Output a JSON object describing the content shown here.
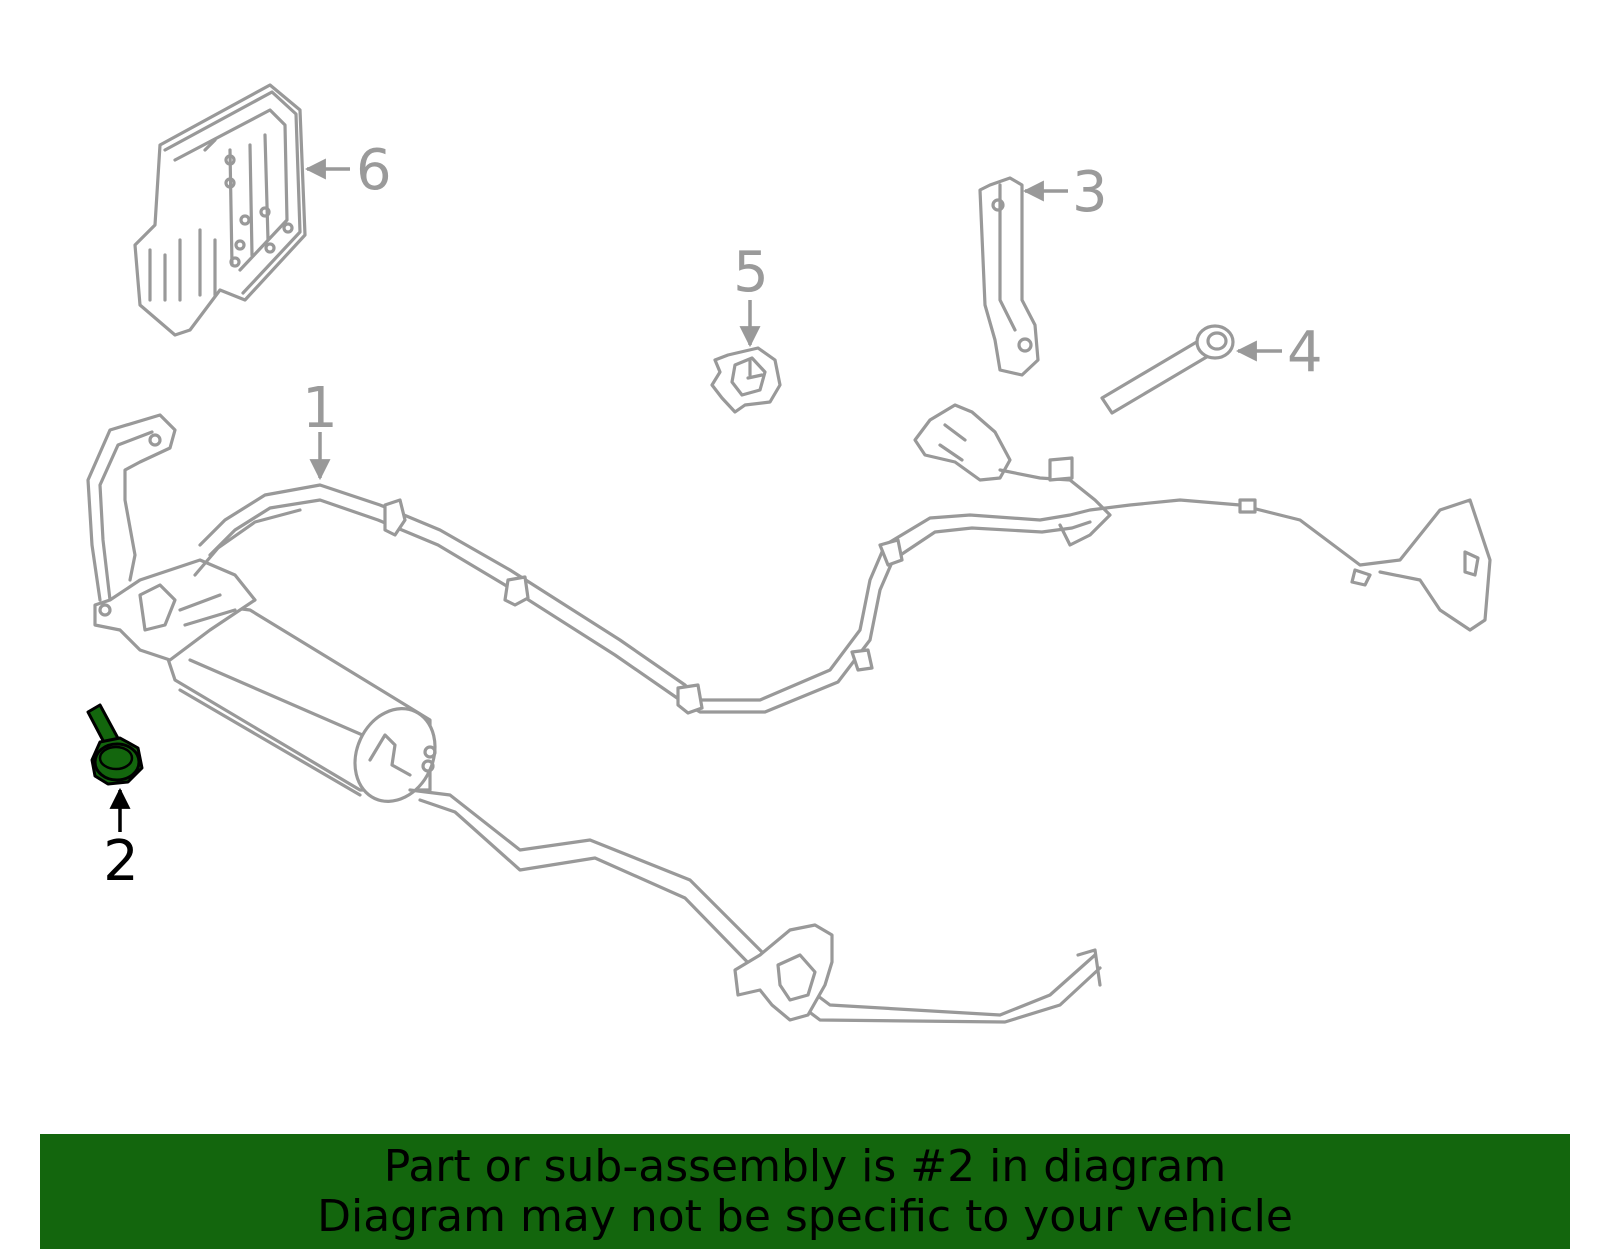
{
  "diagram": {
    "highlighted_part": "2",
    "highlight_color": "#13660d",
    "line_color": "#999999",
    "callouts": {
      "c1": "1",
      "c2": "2",
      "c3": "3",
      "c4": "4",
      "c5": "5",
      "c6": "6"
    }
  },
  "banner": {
    "background_color": "#13660d",
    "line1": "Part or sub-assembly is #2 in diagram",
    "line2": "Diagram may not be specific to your vehicle"
  }
}
